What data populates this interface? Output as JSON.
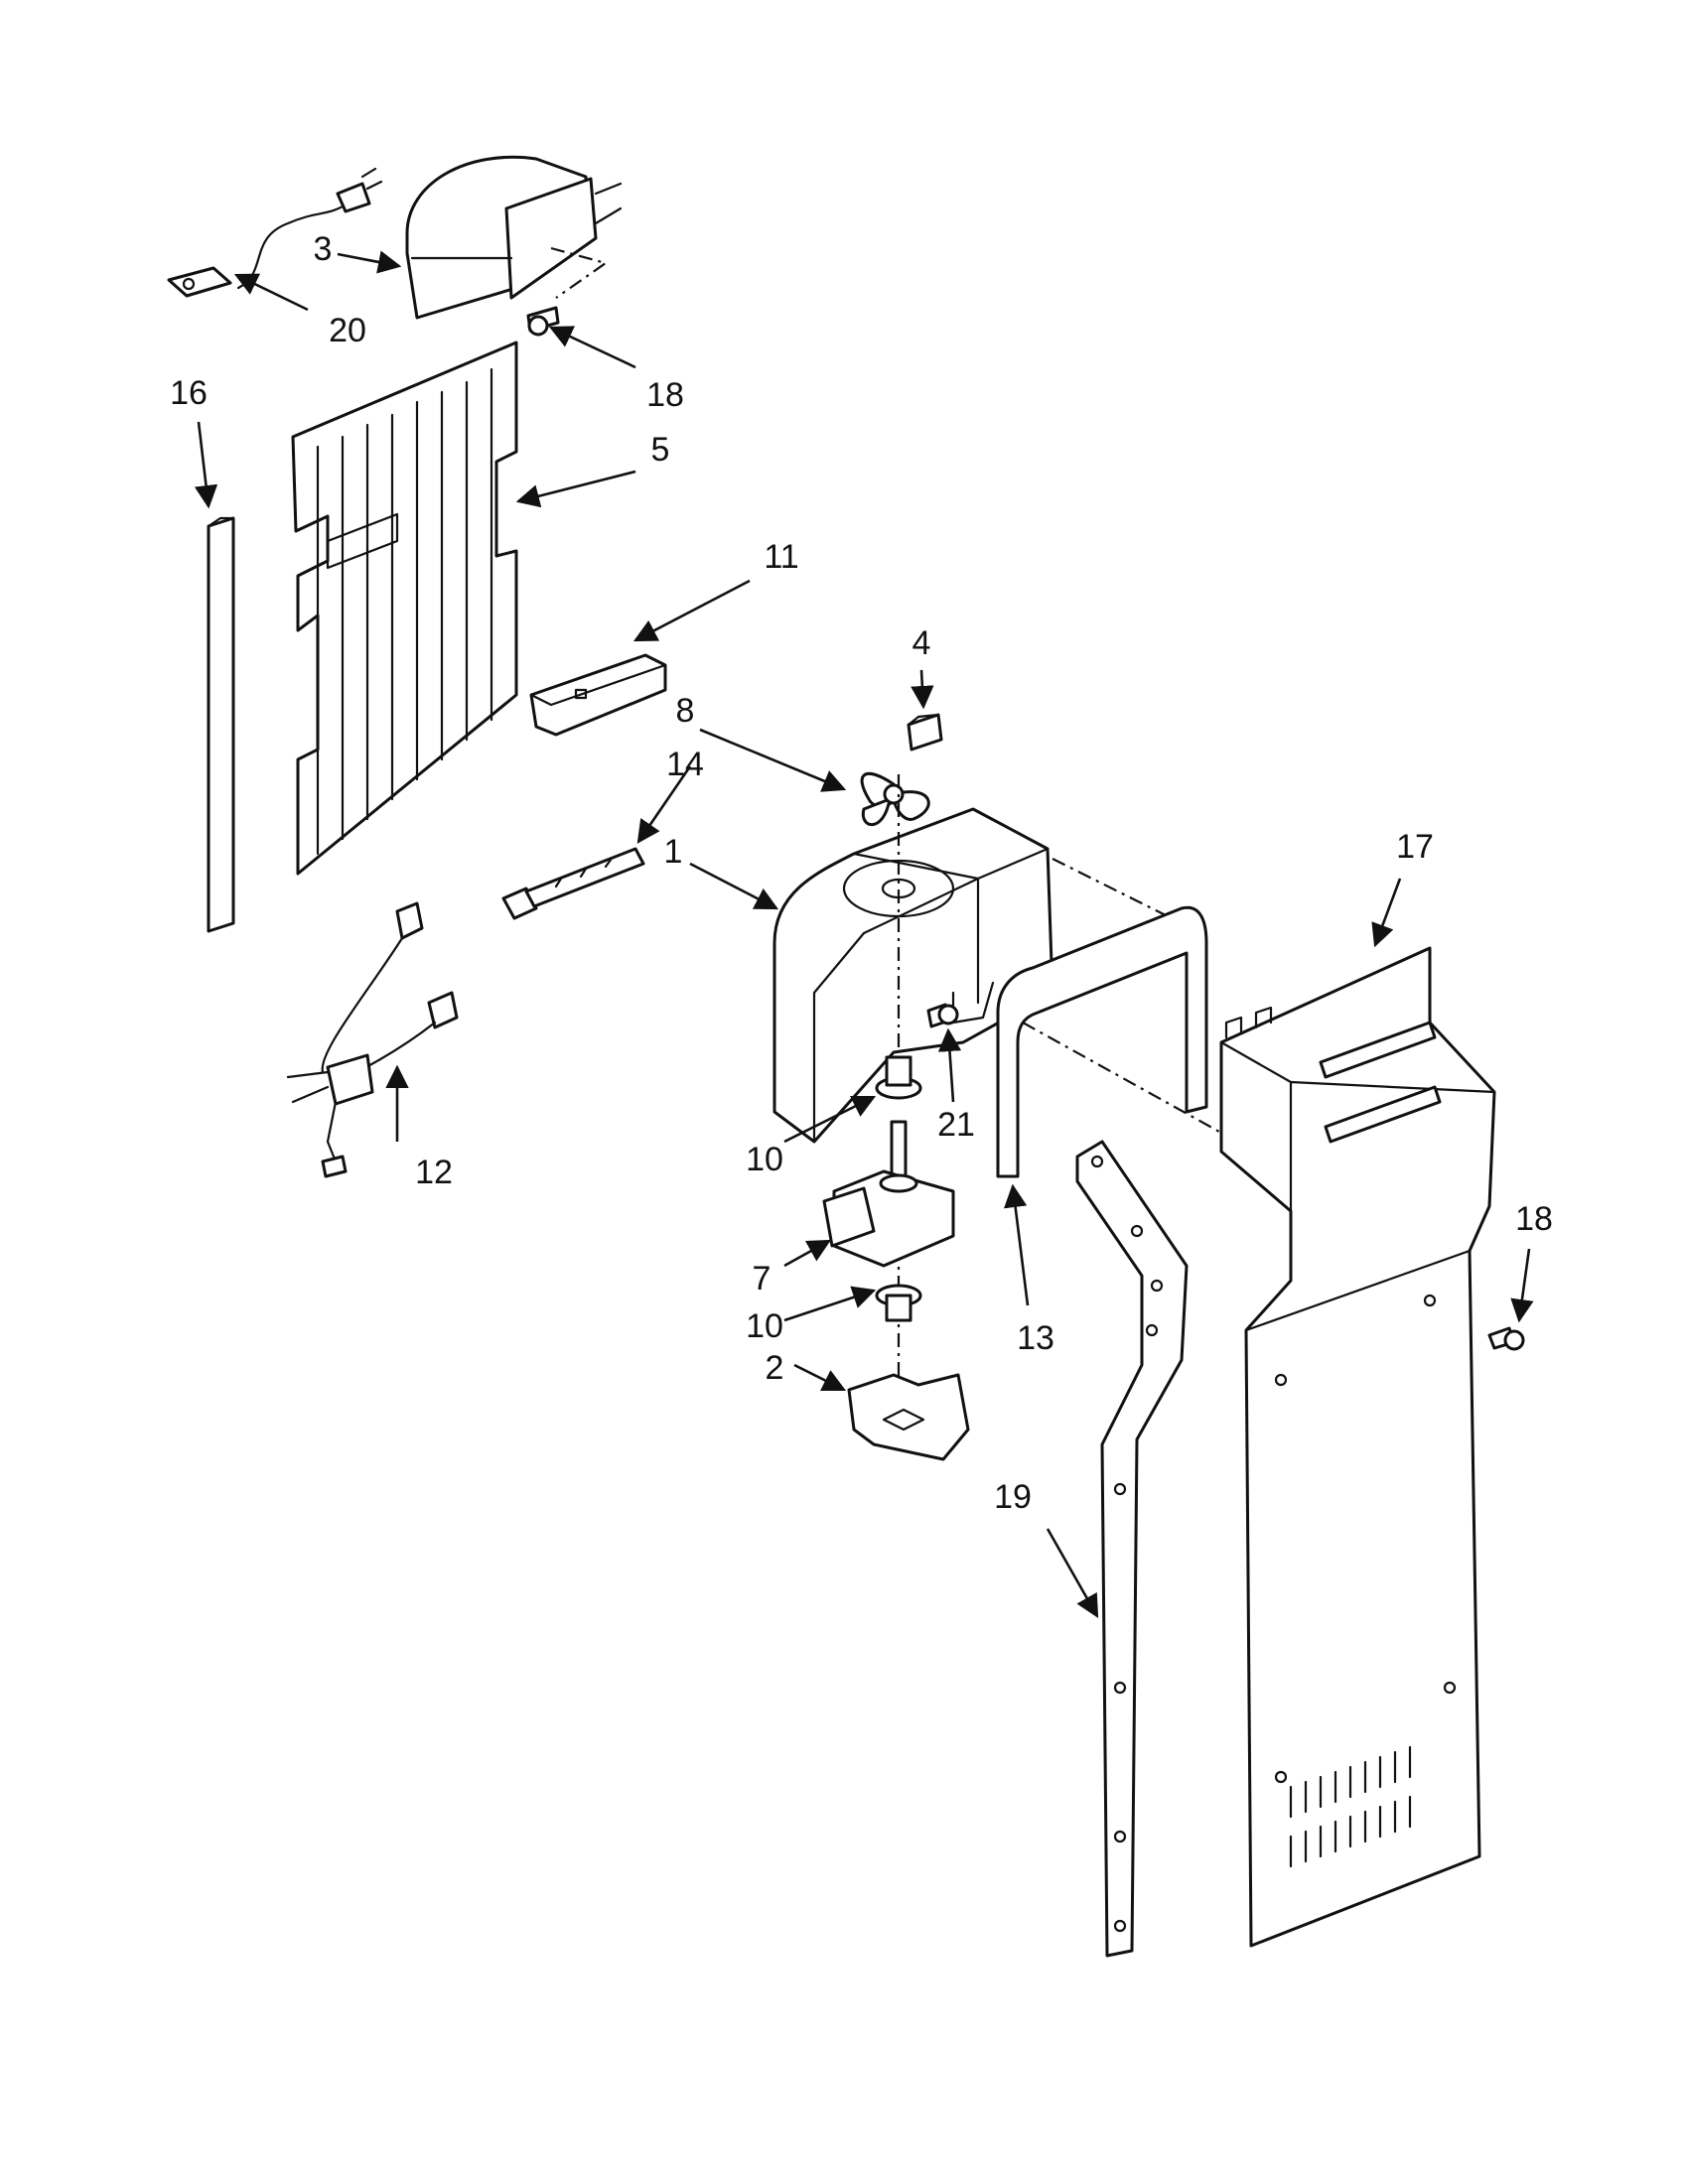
{
  "colors": {
    "line": "#111111",
    "paper": "#ffffff"
  },
  "callouts": {
    "c1": "1",
    "c2": "2",
    "c3": "3",
    "c4": "4",
    "c5": "5",
    "c7": "7",
    "c8": "8",
    "c10a": "10",
    "c10b": "10",
    "c11": "11",
    "c12": "12",
    "c13": "13",
    "c14": "14",
    "c16": "16",
    "c17": "17",
    "c18a": "18",
    "c18b": "18",
    "c19": "19",
    "c20": "20",
    "c21": "21"
  }
}
